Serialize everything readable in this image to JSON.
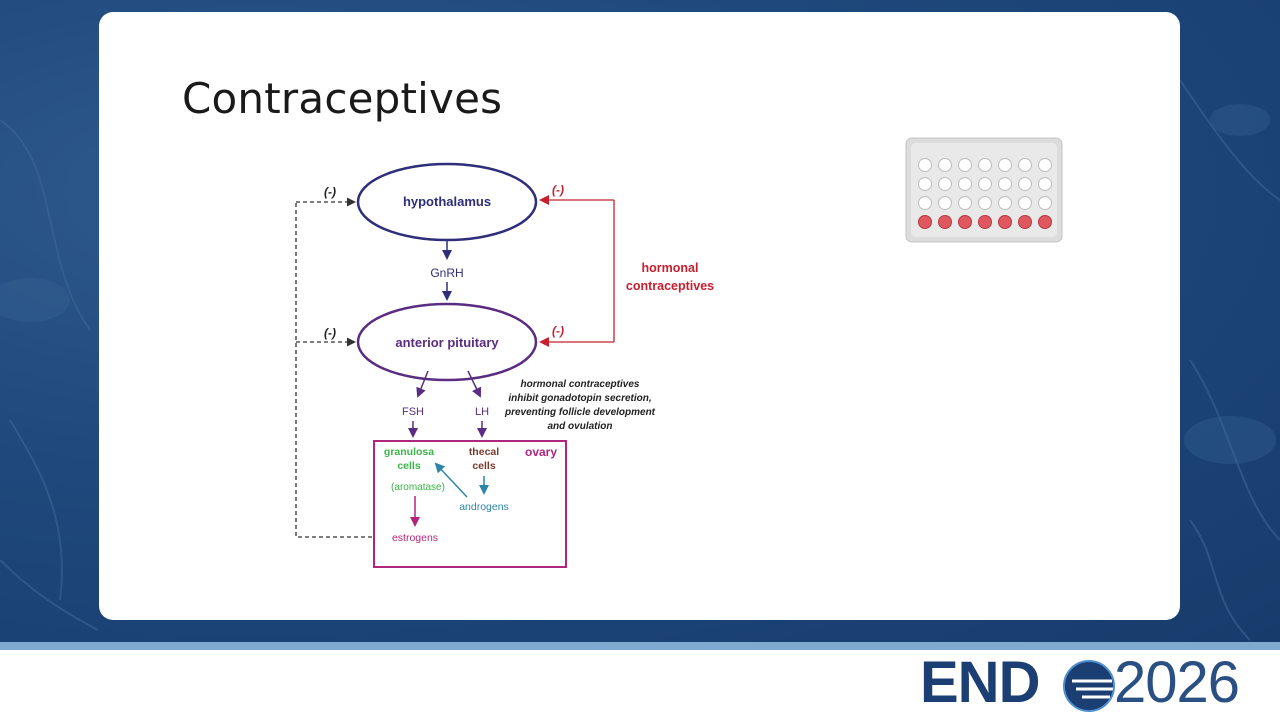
{
  "slide": {
    "title": "Contraceptives"
  },
  "diagram": {
    "hypothalamus": "hypothalamus",
    "gnrh": "GnRH",
    "anterior_pituitary": "anterior pituitary",
    "fsh": "FSH",
    "lh": "LH",
    "ovary": "ovary",
    "granulosa_line1": "granulosa",
    "granulosa_line2": "cells",
    "thecal_line1": "thecal",
    "thecal_line2": "cells",
    "aromatase": "(aromatase)",
    "androgens": "androgens",
    "estrogens": "estrogens",
    "neg_feedback": "(-)",
    "hormonal_contraceptives_line1": "hormonal",
    "hormonal_contraceptives_line2": "contraceptives",
    "note_line1": "hormonal contraceptives",
    "note_line2": "inhibit gonadotopin secretion,",
    "note_line3": "preventing follicle development",
    "note_line4": "and ovulation"
  },
  "logo": {
    "brand": "END",
    "year": "2026"
  },
  "colors": {
    "navy": "#2e2e7a",
    "purple": "#5a2d82",
    "red": "#c8202f",
    "magenta": "#b0267c",
    "green": "#3bb54a",
    "teal": "#2b86a8",
    "brown": "#7a3b2e",
    "background_blue": "#1f487c"
  }
}
